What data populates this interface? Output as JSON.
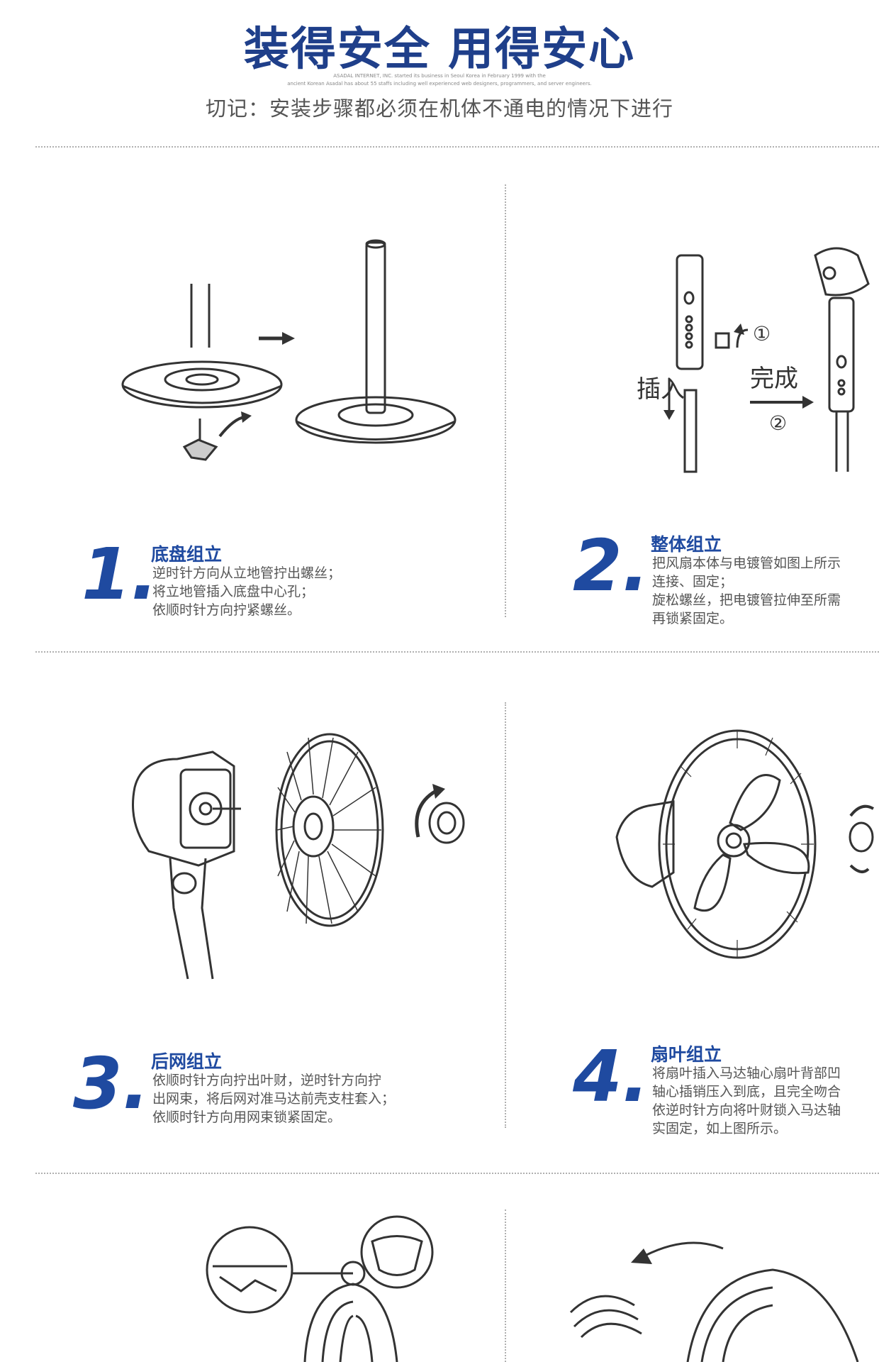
{
  "header": {
    "title": "装得安全 用得安心",
    "subtitle_lines": [
      "ASADAL INTERNET, INC. started its business in Seoul Korea in February 1999 with the",
      "ancient Korean Asadal has about 55 staffs including well experienced web designers, programmers, and server engineers."
    ],
    "warning": "切记：安装步骤都必须在机体不通电的情况下进行"
  },
  "steps": [
    {
      "number": "1",
      "title": "底盘组立",
      "lines": [
        "逆时针方向从立地管拧出螺丝；",
        "将立地管插入底盘中心孔；",
        "依顺时针方向拧紧螺丝。"
      ]
    },
    {
      "number": "2",
      "title": "整体组立",
      "lines": [
        "把风扇本体与电镀管如图上所示",
        "连接、固定；",
        "旋松螺丝，把电镀管拉伸至所需",
        "再锁紧固定。"
      ],
      "illustration_labels": {
        "insert": "插入",
        "done": "完成",
        "mark1": "①",
        "mark2": "②"
      }
    },
    {
      "number": "3",
      "title": "后网组立",
      "lines": [
        "依顺时针方向拧出叶财，逆时针方向拧",
        "出网束，将后网对准马达前壳支柱套入；",
        "依顺时针方向用网束锁紧固定。"
      ]
    },
    {
      "number": "4",
      "title": "扇叶组立",
      "lines": [
        "将扇叶插入马达轴心扇叶背部凹",
        "轴心插销压入到底，且完全吻合",
        "依逆时针方向将叶财锁入马达轴",
        "实固定，如上图所示。"
      ]
    }
  ],
  "colors": {
    "title": "#1f3f8a",
    "accent": "#1f4aa0",
    "text": "#555555",
    "divider": "#b0b0b0"
  }
}
